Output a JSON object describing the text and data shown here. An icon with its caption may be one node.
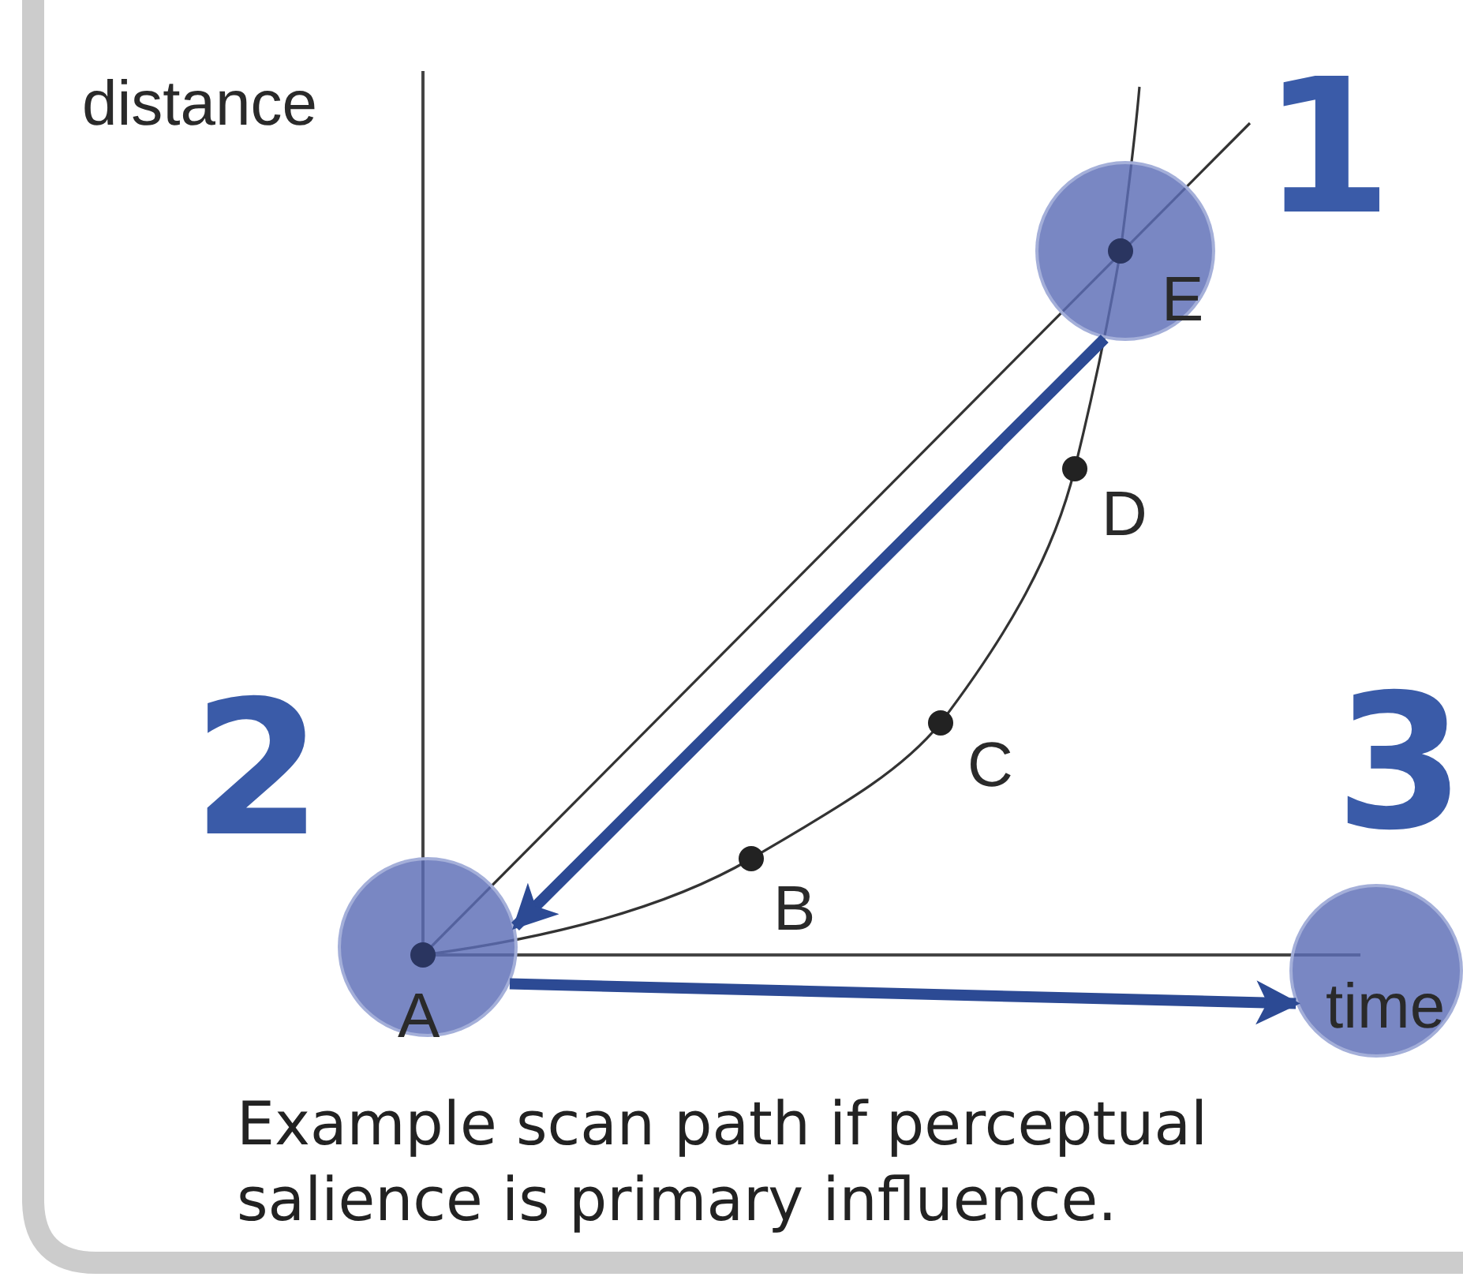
{
  "diagram": {
    "caption": "Example scan path if perceptual salience is primary influence.",
    "nodes": [
      {
        "text": [],
        "shape": "circle",
        "beside": [
          "1"
        ]
      },
      {
        "text": [],
        "shape": "circle",
        "beside": [
          "2"
        ]
      },
      {
        "text": [],
        "shape": "circle",
        "beside": [
          "3"
        ]
      }
    ],
    "edges": [
      {
        "from": 0,
        "to": 1,
        "arrow": "to"
      },
      {
        "from": 1,
        "to": 2,
        "arrow": "to"
      }
    ],
    "labels": [
      "distance",
      "E",
      "D",
      "C",
      "B",
      "time",
      "A"
    ]
  }
}
